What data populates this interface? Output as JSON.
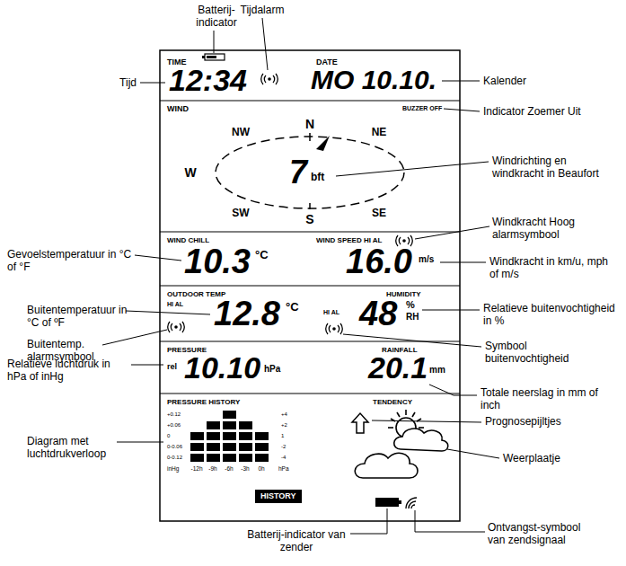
{
  "diagram": {
    "nodes": [
      {
        "text": [
          "HISTORY"
        ]
      }
    ],
    "labels": [
      "Batterij- indicator",
      "Tijdalarm",
      "Tijd",
      "Kalender",
      "Indicator Zoemer Uit",
      "Windrichting en windkracht in Beaufort",
      "Windkracht Hoog alarmsymbool",
      "Gevoelstemperatuur in °C of °F",
      "Windkracht in km/u, mph of m/s",
      "Buitentemperatuur in °C of ºF",
      "Buitentemp. alarmsymbool",
      "Relatieve buitenvochtigheid in %",
      "Symbool buitenvochtigheid",
      "Relatieve luchtdruk in hPa of inHg",
      "Totale neerslag in mm of inch",
      "Prognosepijltjes",
      "Diagram met luchtdrukverloop",
      "Weerplaatje",
      "Batterij-indicator van zender",
      "Ontvangst-symbool van zendsignaal",
      "TIME",
      "12:34",
      "DATE",
      "MO 10.10.",
      "WIND",
      "BUZZER OFF",
      "N",
      "NW",
      "NE",
      "W",
      "SW",
      "S",
      "SE",
      "7",
      "bft",
      "WIND CHILL",
      "10.3",
      "°C",
      "WIND SPEED HI AL",
      "16.0",
      "m/s",
      "OUTDOOR TEMP",
      "HI AL",
      "12.8",
      "°C",
      "HUMIDITY",
      "HI AL",
      "48",
      "%",
      "RH",
      "PRESSURE",
      "rel",
      "10.10",
      "hPa",
      "RAINFALL",
      "20.1",
      "mm",
      "PRESSURE HISTORY",
      "TENDENCY",
      "+0.12",
      "+0.06",
      "0",
      "0-0.06",
      "0-0.12",
      "+4",
      "+2",
      "1",
      "-2",
      "-4",
      "inHg",
      "-12h",
      "-9h",
      "-6h",
      "-3h",
      "0h",
      "hPa"
    ]
  }
}
